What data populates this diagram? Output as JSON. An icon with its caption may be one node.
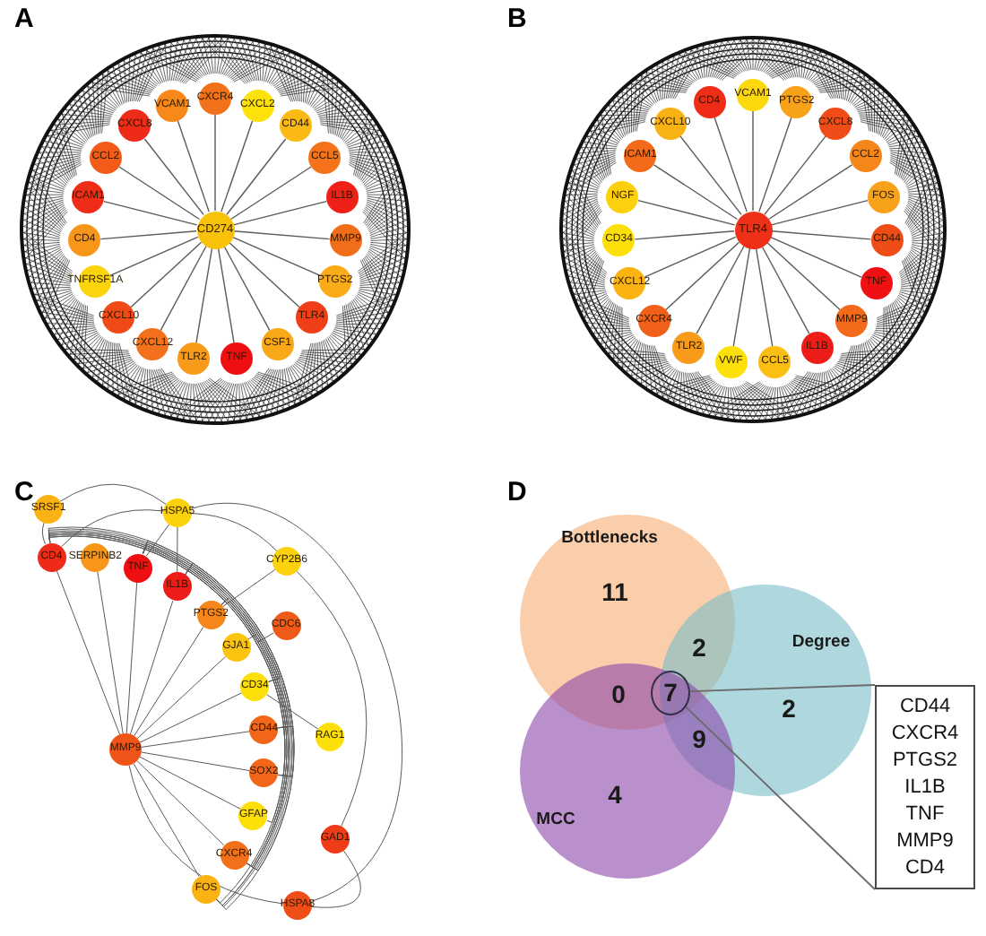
{
  "diagram": {
    "nodes": [
      {
        "text": [
          "CD274"
        ]
      },
      {
        "text": [
          "CXCR4"
        ]
      },
      {
        "text": [
          "CXCL2"
        ]
      },
      {
        "text": [
          "CD44"
        ]
      },
      {
        "text": [
          "CCL5"
        ]
      },
      {
        "text": [
          "IL1B"
        ]
      },
      {
        "text": [
          "MMP9"
        ]
      },
      {
        "text": [
          "PTGS2"
        ]
      },
      {
        "text": [
          "TLR4"
        ]
      },
      {
        "text": [
          "CSF1"
        ]
      },
      {
        "text": [
          "TNF"
        ]
      },
      {
        "text": [
          "TLR2"
        ]
      },
      {
        "text": [
          "CXCL12"
        ]
      },
      {
        "text": [
          "CXCL10"
        ]
      },
      {
        "text": [
          "TNFRSF1A"
        ]
      },
      {
        "text": [
          "CD4"
        ]
      },
      {
        "text": [
          "ICAM1"
        ]
      },
      {
        "text": [
          "CCL2"
        ]
      },
      {
        "text": [
          "CXCL8"
        ]
      },
      {
        "text": [
          "VCAM1"
        ]
      },
      {
        "text": [
          "TLR4"
        ]
      },
      {
        "text": [
          "VCAM1"
        ]
      },
      {
        "text": [
          "PTGS2"
        ]
      },
      {
        "text": [
          "CXCL8"
        ]
      },
      {
        "text": [
          "CCL2"
        ]
      },
      {
        "text": [
          "FOS"
        ]
      },
      {
        "text": [
          "CD44"
        ]
      },
      {
        "text": [
          "TNF"
        ]
      },
      {
        "text": [
          "MMP9"
        ]
      },
      {
        "text": [
          "IL1B"
        ]
      },
      {
        "text": [
          "CCL5"
        ]
      },
      {
        "text": [
          "VWF"
        ]
      },
      {
        "text": [
          "TLR2"
        ]
      },
      {
        "text": [
          "CXCR4"
        ]
      },
      {
        "text": [
          "CXCL12"
        ]
      },
      {
        "text": [
          "CD34"
        ]
      },
      {
        "text": [
          "NGF"
        ]
      },
      {
        "text": [
          "ICAM1"
        ]
      },
      {
        "text": [
          "CXCL10"
        ]
      },
      {
        "text": [
          "CD4"
        ]
      },
      {
        "text": [
          "SRSF1"
        ]
      },
      {
        "text": [
          "HSPA5"
        ]
      },
      {
        "text": [
          "CD4"
        ]
      },
      {
        "text": [
          "SERPINB2"
        ]
      },
      {
        "text": [
          "TNF"
        ]
      },
      {
        "text": [
          "CYP2B6"
        ]
      },
      {
        "text": [
          "IL1B"
        ]
      },
      {
        "text": [
          "PTGS2"
        ]
      },
      {
        "text": [
          "CDC6"
        ]
      },
      {
        "text": [
          "GJA1"
        ]
      },
      {
        "text": [
          "CD34"
        ]
      },
      {
        "text": [
          "RAG1"
        ]
      },
      {
        "text": [
          "MMP9"
        ]
      },
      {
        "text": [
          "CD44"
        ]
      },
      {
        "text": [
          "SOX2"
        ]
      },
      {
        "text": [
          "GFAP"
        ]
      },
      {
        "text": [
          "GAD1"
        ]
      },
      {
        "text": [
          "CXCR4"
        ]
      },
      {
        "text": [
          "FOS"
        ]
      },
      {
        "text": [
          "HSPA8"
        ]
      },
      {
        "text": [
          "Bottlenecks",
          "11"
        ]
      },
      {
        "text": [
          "Degree",
          "2"
        ]
      },
      {
        "text": [
          "MCC",
          "4"
        ]
      },
      {
        "text": [
          "7"
        ]
      },
      {
        "text": [
          "CD44",
          "CXCR4",
          "PTGS2",
          "IL1B",
          "TNF",
          "MMP9",
          "CD4"
        ]
      }
    ],
    "edges": [
      {
        "from": 0,
        "to": 1,
        "arrow": "none"
      },
      {
        "from": 0,
        "to": 2,
        "arrow": "none"
      },
      {
        "from": 0,
        "to": 3,
        "arrow": "none"
      },
      {
        "from": 0,
        "to": 4,
        "arrow": "none"
      },
      {
        "from": 0,
        "to": 5,
        "arrow": "none"
      },
      {
        "from": 0,
        "to": 6,
        "arrow": "none"
      },
      {
        "from": 0,
        "to": 7,
        "arrow": "none"
      },
      {
        "from": 0,
        "to": 8,
        "arrow": "none"
      },
      {
        "from": 0,
        "to": 9,
        "arrow": "none"
      },
      {
        "from": 0,
        "to": 10,
        "arrow": "none"
      },
      {
        "from": 0,
        "to": 11,
        "arrow": "none"
      },
      {
        "from": 0,
        "to": 12,
        "arrow": "none"
      },
      {
        "from": 0,
        "to": 13,
        "arrow": "none"
      },
      {
        "from": 0,
        "to": 14,
        "arrow": "none"
      },
      {
        "from": 0,
        "to": 15,
        "arrow": "none"
      },
      {
        "from": 0,
        "to": 16,
        "arrow": "none"
      },
      {
        "from": 0,
        "to": 17,
        "arrow": "none"
      },
      {
        "from": 0,
        "to": 18,
        "arrow": "none"
      },
      {
        "from": 0,
        "to": 19,
        "arrow": "none"
      },
      {
        "from": 20,
        "to": 21,
        "arrow": "none"
      },
      {
        "from": 20,
        "to": 22,
        "arrow": "none"
      },
      {
        "from": 20,
        "to": 23,
        "arrow": "none"
      },
      {
        "from": 20,
        "to": 24,
        "arrow": "none"
      },
      {
        "from": 20,
        "to": 25,
        "arrow": "none"
      },
      {
        "from": 20,
        "to": 26,
        "arrow": "none"
      },
      {
        "from": 20,
        "to": 27,
        "arrow": "none"
      },
      {
        "from": 20,
        "to": 28,
        "arrow": "none"
      },
      {
        "from": 20,
        "to": 29,
        "arrow": "none"
      },
      {
        "from": 20,
        "to": 30,
        "arrow": "none"
      },
      {
        "from": 20,
        "to": 31,
        "arrow": "none"
      },
      {
        "from": 20,
        "to": 32,
        "arrow": "none"
      },
      {
        "from": 20,
        "to": 33,
        "arrow": "none"
      },
      {
        "from": 20,
        "to": 34,
        "arrow": "none"
      },
      {
        "from": 20,
        "to": 35,
        "arrow": "none"
      },
      {
        "from": 20,
        "to": 36,
        "arrow": "none"
      },
      {
        "from": 20,
        "to": 37,
        "arrow": "none"
      },
      {
        "from": 20,
        "to": 38,
        "arrow": "none"
      },
      {
        "from": 20,
        "to": 39,
        "arrow": "none"
      },
      {
        "from": 52,
        "to": 42,
        "arrow": "none"
      },
      {
        "from": 52,
        "to": 43,
        "arrow": "none"
      },
      {
        "from": 52,
        "to": 44,
        "arrow": "none"
      },
      {
        "from": 52,
        "to": 46,
        "arrow": "none"
      },
      {
        "from": 52,
        "to": 47,
        "arrow": "none"
      },
      {
        "from": 52,
        "to": 49,
        "arrow": "none"
      },
      {
        "from": 52,
        "to": 50,
        "arrow": "none"
      },
      {
        "from": 52,
        "to": 53,
        "arrow": "none"
      },
      {
        "from": 52,
        "to": 54,
        "arrow": "none"
      },
      {
        "from": 52,
        "to": 55,
        "arrow": "none"
      },
      {
        "from": 52,
        "to": 57,
        "arrow": "none"
      },
      {
        "from": 52,
        "to": 58,
        "arrow": "none"
      },
      {
        "from": 52,
        "to": 59,
        "arrow": "none"
      },
      {
        "from": 40,
        "to": 42,
        "arrow": "none"
      },
      {
        "from": 40,
        "to": 41,
        "arrow": "none"
      },
      {
        "from": 41,
        "to": 42,
        "arrow": "none"
      },
      {
        "from": 41,
        "to": 44,
        "arrow": "none"
      },
      {
        "from": 41,
        "to": 46,
        "arrow": "none"
      },
      {
        "from": 41,
        "to": 45,
        "arrow": "none"
      },
      {
        "from": 41,
        "to": 59,
        "arrow": "none"
      },
      {
        "from": 45,
        "to": 56,
        "arrow": "none"
      },
      {
        "from": 45,
        "to": 47,
        "arrow": "none"
      },
      {
        "from": 56,
        "to": 59,
        "arrow": "none"
      },
      {
        "from": 51,
        "to": 50,
        "arrow": "none"
      },
      {
        "from": 42,
        "to": 47,
        "arrow": "none"
      },
      {
        "from": 42,
        "to": 48,
        "arrow": "none"
      },
      {
        "from": 42,
        "to": 49,
        "arrow": "none"
      },
      {
        "from": 42,
        "to": 50,
        "arrow": "none"
      },
      {
        "from": 42,
        "to": 53,
        "arrow": "none"
      },
      {
        "from": 42,
        "to": 54,
        "arrow": "none"
      },
      {
        "from": 42,
        "to": 55,
        "arrow": "none"
      },
      {
        "from": 42,
        "to": 57,
        "arrow": "none"
      },
      {
        "from": 42,
        "to": 58,
        "arrow": "none"
      },
      {
        "from": 44,
        "to": 47,
        "arrow": "none"
      },
      {
        "from": 44,
        "to": 50,
        "arrow": "none"
      },
      {
        "from": 44,
        "to": 53,
        "arrow": "none"
      },
      {
        "from": 44,
        "to": 54,
        "arrow": "none"
      },
      {
        "from": 44,
        "to": 57,
        "arrow": "none"
      },
      {
        "from": 44,
        "to": 58,
        "arrow": "none"
      },
      {
        "from": 46,
        "to": 53,
        "arrow": "none"
      },
      {
        "from": 46,
        "to": 54,
        "arrow": "none"
      },
      {
        "from": 46,
        "to": 57,
        "arrow": "none"
      },
      {
        "from": 46,
        "to": 58,
        "arrow": "none"
      },
      {
        "from": 47,
        "to": 53,
        "arrow": "none"
      },
      {
        "from": 47,
        "to": 57,
        "arrow": "none"
      },
      {
        "from": 47,
        "to": 58,
        "arrow": "none"
      },
      {
        "from": 53,
        "to": 57,
        "arrow": "none"
      },
      {
        "from": 53,
        "to": 58,
        "arrow": "none"
      },
      {
        "from": 63,
        "to": 64,
        "arrow": "none"
      },
      {
        "from": 63,
        "to": 64,
        "arrow": "none"
      }
    ],
    "labels": [
      "A",
      "B",
      "C",
      "D",
      "2",
      "0",
      "9"
    ]
  }
}
